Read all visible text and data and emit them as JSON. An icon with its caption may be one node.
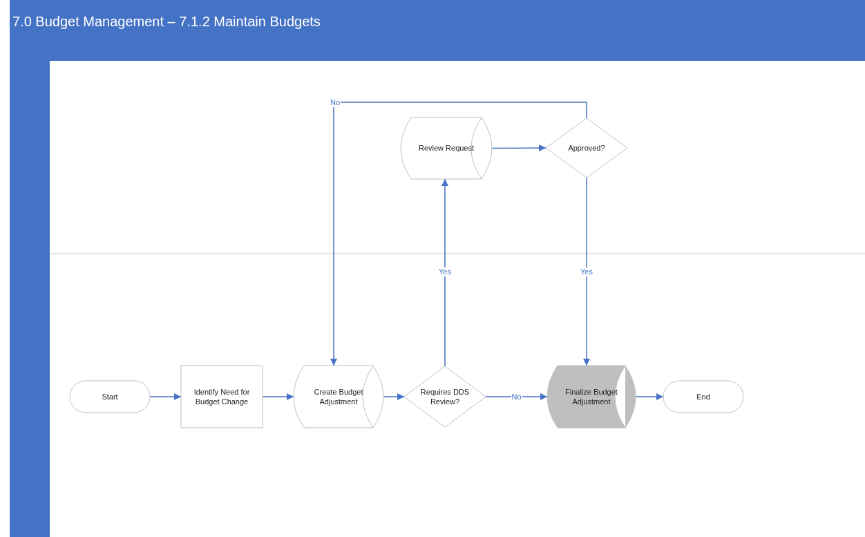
{
  "diagram": {
    "title": "7.0 Budget Management – 7.1.2 Maintain Budgets",
    "nodes": [
      {
        "text": [
          "Start"
        ]
      },
      {
        "text": [
          "Identify Need for Budget Change"
        ]
      },
      {
        "text": [
          "Create Budget Adjustment"
        ]
      },
      {
        "text": [
          "Requires DDS Review?"
        ]
      },
      {
        "text": [
          "Review Request"
        ]
      },
      {
        "text": [
          "Approved?"
        ]
      },
      {
        "text": [
          "Finalize Budget Adjustment"
        ]
      },
      {
        "text": [
          "End"
        ]
      }
    ],
    "edges": [
      {
        "from": 0,
        "to": 1,
        "arrow": "to"
      },
      {
        "from": 1,
        "to": 2,
        "arrow": "to"
      },
      {
        "from": 2,
        "to": 3,
        "arrow": "to"
      },
      {
        "from": 3,
        "to": 6,
        "arrow": "to",
        "label": "No"
      },
      {
        "from": 3,
        "to": 4,
        "arrow": "to",
        "label": "Yes"
      },
      {
        "from": 4,
        "to": 5,
        "arrow": "to"
      },
      {
        "from": 5,
        "to": 6,
        "arrow": "to",
        "label": "Yes"
      },
      {
        "from": 5,
        "to": 2,
        "arrow": "to",
        "label": "No"
      },
      {
        "from": 6,
        "to": 7,
        "arrow": "to"
      }
    ]
  }
}
